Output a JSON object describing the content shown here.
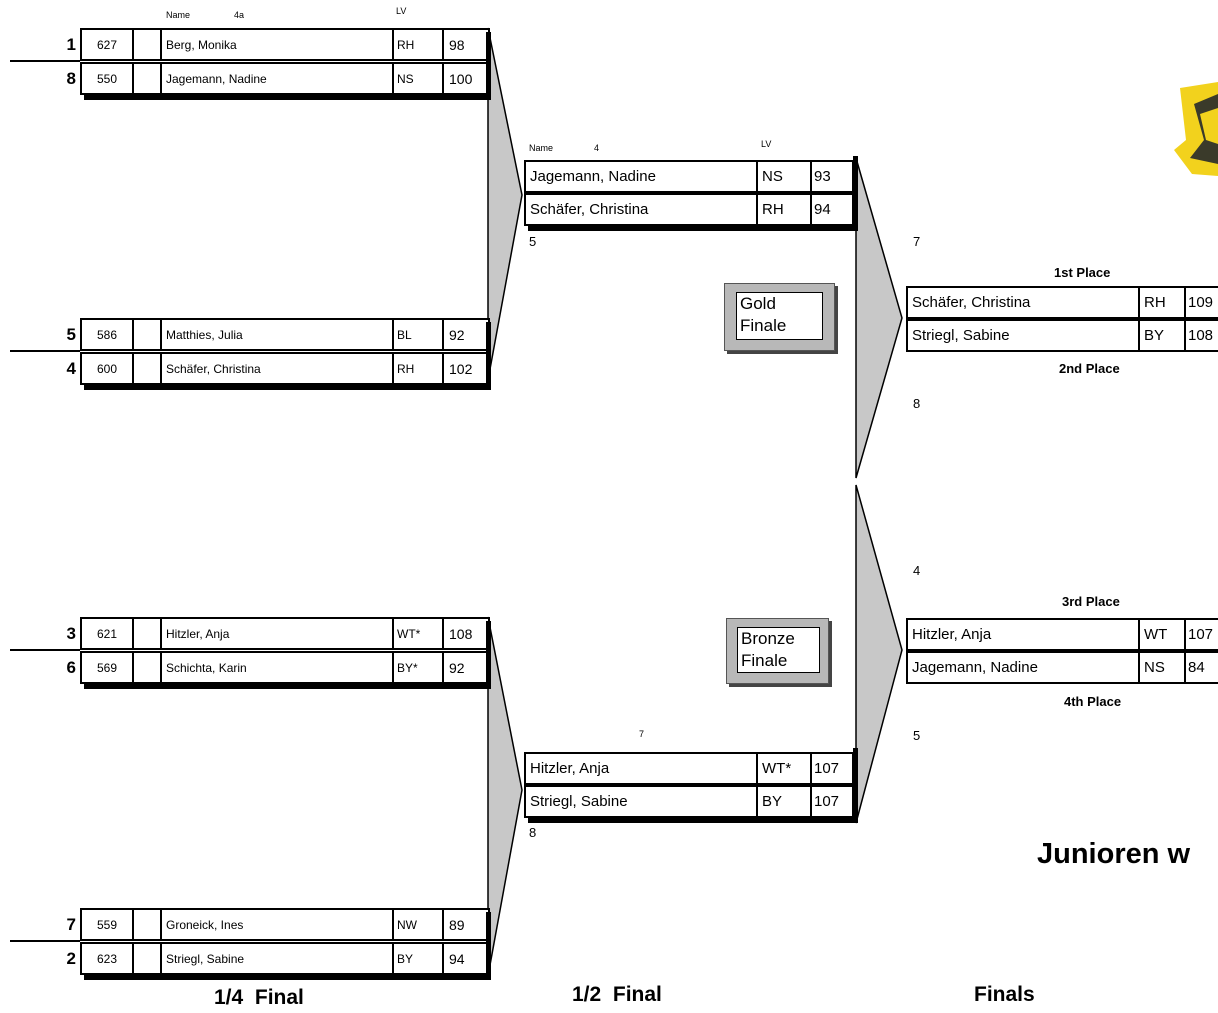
{
  "headers": {
    "qf_name": "Name",
    "qf_group": "4a",
    "qf_lv": "LV",
    "sf_name": "Name",
    "sf_group": "4",
    "sf_lv": "LV"
  },
  "quarterfinals": [
    {
      "seed": "1",
      "number": "627",
      "name": "Berg, Monika",
      "lv": "RH",
      "score": "98"
    },
    {
      "seed": "8",
      "number": "550",
      "name": "Jagemann, Nadine",
      "lv": "NS",
      "score": "100"
    },
    {
      "seed": "5",
      "number": "586",
      "name": "Matthies, Julia",
      "lv": "BL",
      "score": "92"
    },
    {
      "seed": "4",
      "number": "600",
      "name": "Schäfer, Christina",
      "lv": "RH",
      "score": "102"
    },
    {
      "seed": "3",
      "number": "621",
      "name": "Hitzler, Anja",
      "lv": "WT*",
      "score": "108"
    },
    {
      "seed": "6",
      "number": "569",
      "name": "Schichta, Karin",
      "lv": "BY*",
      "score": "92"
    },
    {
      "seed": "7",
      "number": "559",
      "name": "Groneick, Ines",
      "lv": "NW",
      "score": "89"
    },
    {
      "seed": "2",
      "number": "623",
      "name": "Striegl, Sabine",
      "lv": "BY",
      "score": "94"
    }
  ],
  "semifinals": [
    {
      "top_label": "",
      "bottom_label": "5",
      "rows": [
        {
          "name": "Jagemann, Nadine",
          "lv": "NS",
          "score": "93"
        },
        {
          "name": "Schäfer, Christina",
          "lv": "RH",
          "score": "94"
        }
      ]
    },
    {
      "top_label": "7",
      "bottom_label": "8",
      "rows": [
        {
          "name": "Hitzler, Anja",
          "lv": "WT*",
          "score": "107"
        },
        {
          "name": "Striegl, Sabine",
          "lv": "BY",
          "score": "107"
        }
      ]
    }
  ],
  "finals": {
    "gold": {
      "label_above": "7",
      "label_below": "8",
      "place_top": "1st Place",
      "place_bottom": "2nd Place",
      "rows": [
        {
          "name": "Schäfer, Christina",
          "lv": "RH",
          "score": "109"
        },
        {
          "name": "Striegl, Sabine",
          "lv": "BY",
          "score": "108"
        }
      ]
    },
    "bronze": {
      "label_above": "4",
      "label_below": "5",
      "place_top": "3rd Place",
      "place_bottom": "4th Place",
      "rows": [
        {
          "name": "Hitzler, Anja",
          "lv": "WT",
          "score": "107"
        },
        {
          "name": "Jagemann, Nadine",
          "lv": "NS",
          "score": "84"
        }
      ]
    }
  },
  "boxes": {
    "gold_line1": "Gold",
    "gold_line2": "Finale",
    "bronze_line1": "Bronze",
    "bronze_line2": "Finale"
  },
  "title_partial": "Junioren w",
  "round_labels": {
    "quarter": "1/4  Final",
    "semi": "1/2  Final",
    "finals": "Finals"
  },
  "colors": {
    "connector_fill": "#c8c8c8",
    "logo_yellow": "#f2d21d",
    "logo_dark": "#3a3a2a"
  }
}
